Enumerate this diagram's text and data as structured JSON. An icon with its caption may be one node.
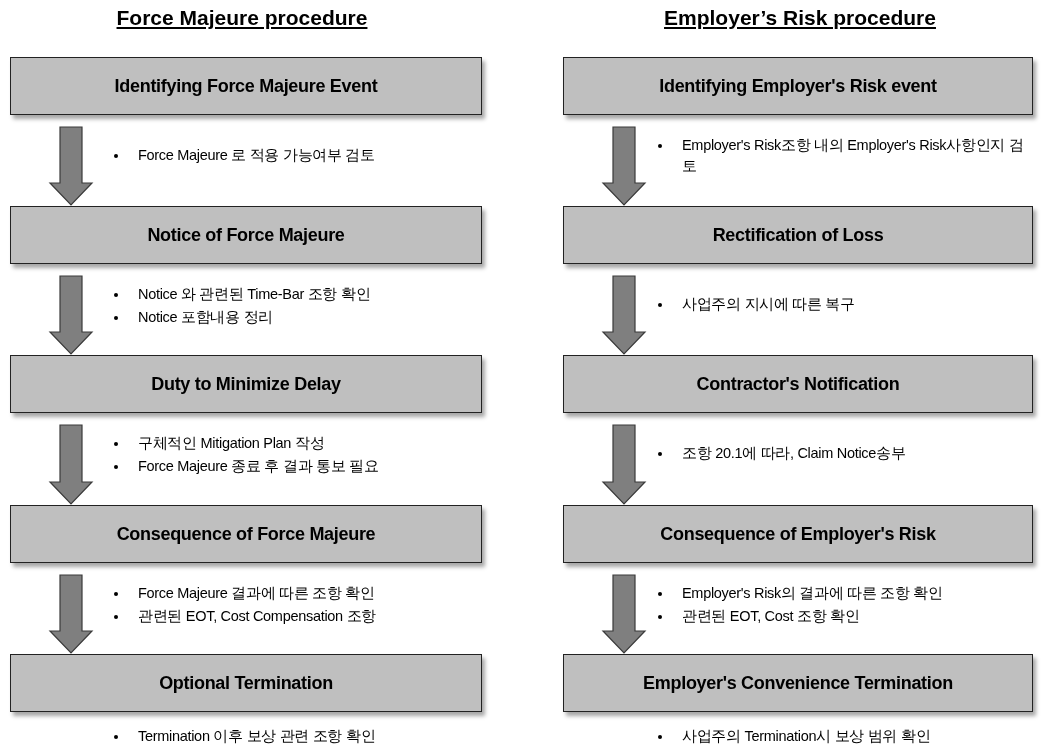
{
  "diagram": {
    "nodes": [
      {
        "text": [
          "Identifying Force Majeure Event"
        ]
      },
      {
        "text": [
          "Notice of Force Majeure"
        ]
      },
      {
        "text": [
          "Duty to Minimize Delay"
        ]
      },
      {
        "text": [
          "Consequence of Force Majeure"
        ]
      },
      {
        "text": [
          "Optional Termination"
        ]
      },
      {
        "text": [
          "Identifying Employer's Risk event"
        ]
      },
      {
        "text": [
          "Rectification of Loss"
        ]
      },
      {
        "text": [
          "Contractor's Notification"
        ]
      },
      {
        "text": [
          "Consequence of Employer's Risk"
        ]
      },
      {
        "text": [
          "Employer's Convenience Termination"
        ]
      }
    ],
    "edges": [
      {
        "from": 0,
        "to": 1,
        "arrow": "to"
      },
      {
        "from": 1,
        "to": 2,
        "arrow": "to"
      },
      {
        "from": 2,
        "to": 3,
        "arrow": "to"
      },
      {
        "from": 3,
        "to": 4,
        "arrow": "to"
      },
      {
        "from": 5,
        "to": 6,
        "arrow": "to"
      },
      {
        "from": 6,
        "to": 7,
        "arrow": "to"
      },
      {
        "from": 7,
        "to": 8,
        "arrow": "to"
      },
      {
        "from": 8,
        "to": 9,
        "arrow": "to"
      }
    ],
    "labels": [
      "Force Majeure procedure",
      "Employer’s Risk procedure",
      "Force Majeure 로 적용 가능여부 검토",
      "Notice 와 관련된 Time-Bar 조항 확인",
      "Notice 포함내용 정리",
      "구체적인 Mitigation Plan 작성",
      "Force Majeure 종료 후 결과 통보 필요",
      "Force Majeure 결과에 따른 조항 확인",
      "관련된 EOT, Cost Compensation 조항",
      "Termination 이후 보상 관련 조항 확인",
      "Employer's Risk조항 내의 Employer's Risk사항인지 검토",
      "사업주의 지시에 따른 복구",
      "조항 20.1에 따라, Claim Notice송부",
      "Employer's Risk의 결과에 따른 조항 확인",
      "관련된 EOT, Cost 조항 확인",
      "사업주의 Termination시 보상 범위 확인"
    ]
  }
}
